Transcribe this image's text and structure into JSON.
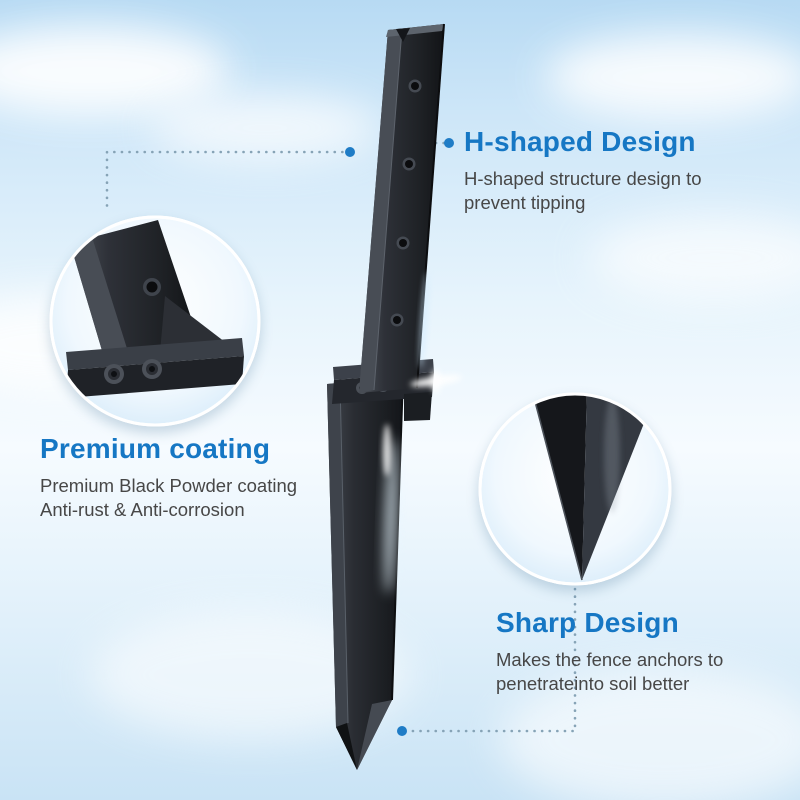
{
  "callouts": {
    "h_shaped": {
      "title": "H-shaped Design",
      "line1": "H-shaped structure design to",
      "line2": "prevent tipping"
    },
    "premium": {
      "title": "Premium coating",
      "line1": "Premium Black Powder coating",
      "line2": "Anti-rust & Anti-corrosion"
    },
    "sharp": {
      "title": "Sharp Design",
      "line1": "Makes the fence anchors to",
      "line2": "penetrateinto soil better"
    }
  },
  "colors": {
    "title_blue": "#1677c4",
    "body_text": "#474747",
    "dot_blue": "#1f7cc6",
    "leader_gray": "#86a3b6",
    "metal_dark": "#1b1e22",
    "metal_light": "#4b5058",
    "sky_top": "#b7daf3"
  }
}
